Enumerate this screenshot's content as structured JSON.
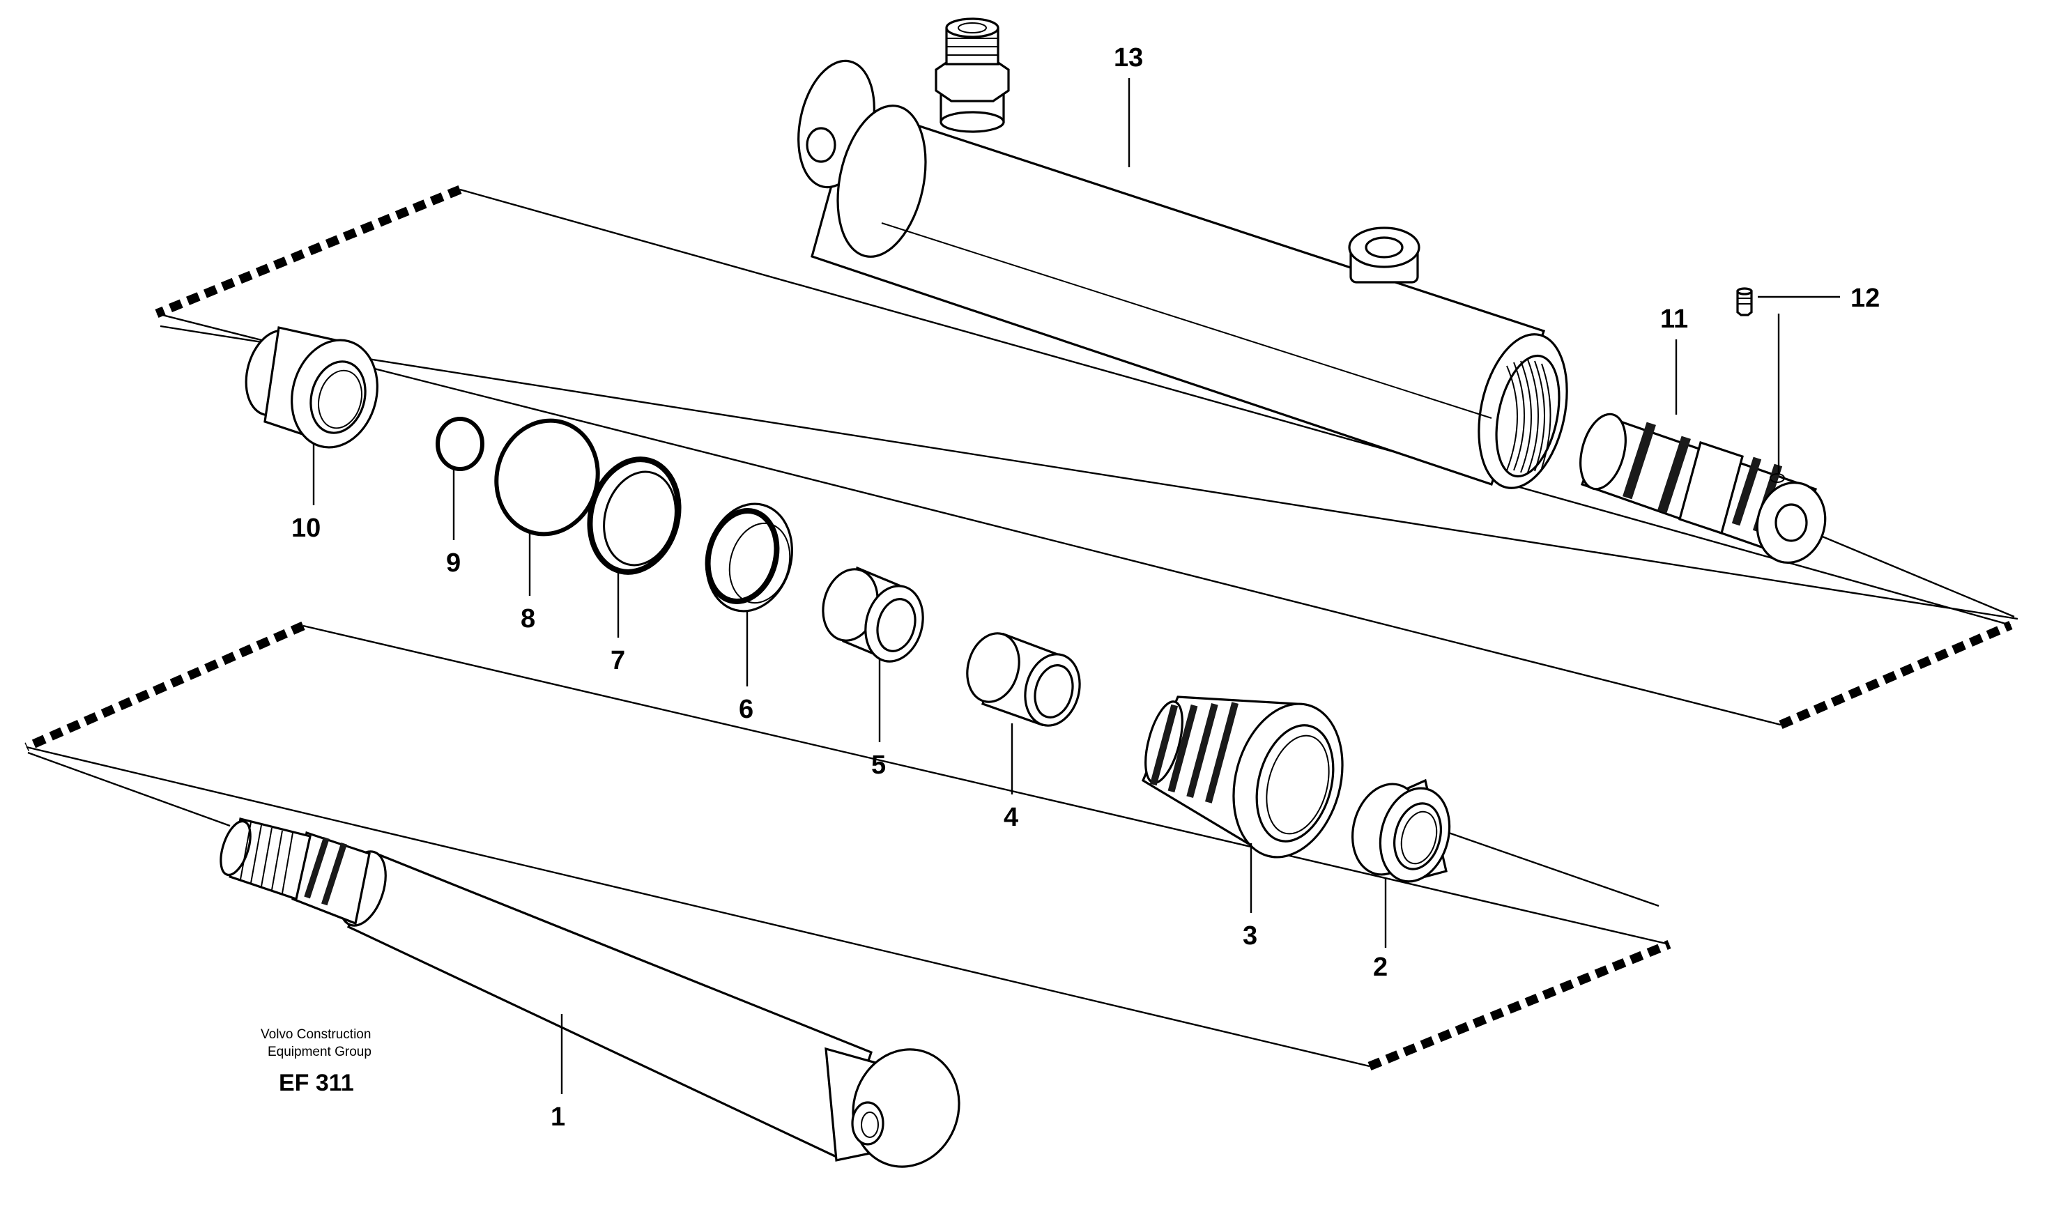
{
  "drawing": {
    "credit_line_1": "Volvo Construction",
    "credit_line_2": "Equipment Group",
    "code": "EF 311"
  },
  "callouts": [
    "1",
    "2",
    "3",
    "4",
    "5",
    "6",
    "7",
    "8",
    "9",
    "10",
    "11",
    "12",
    "13"
  ]
}
